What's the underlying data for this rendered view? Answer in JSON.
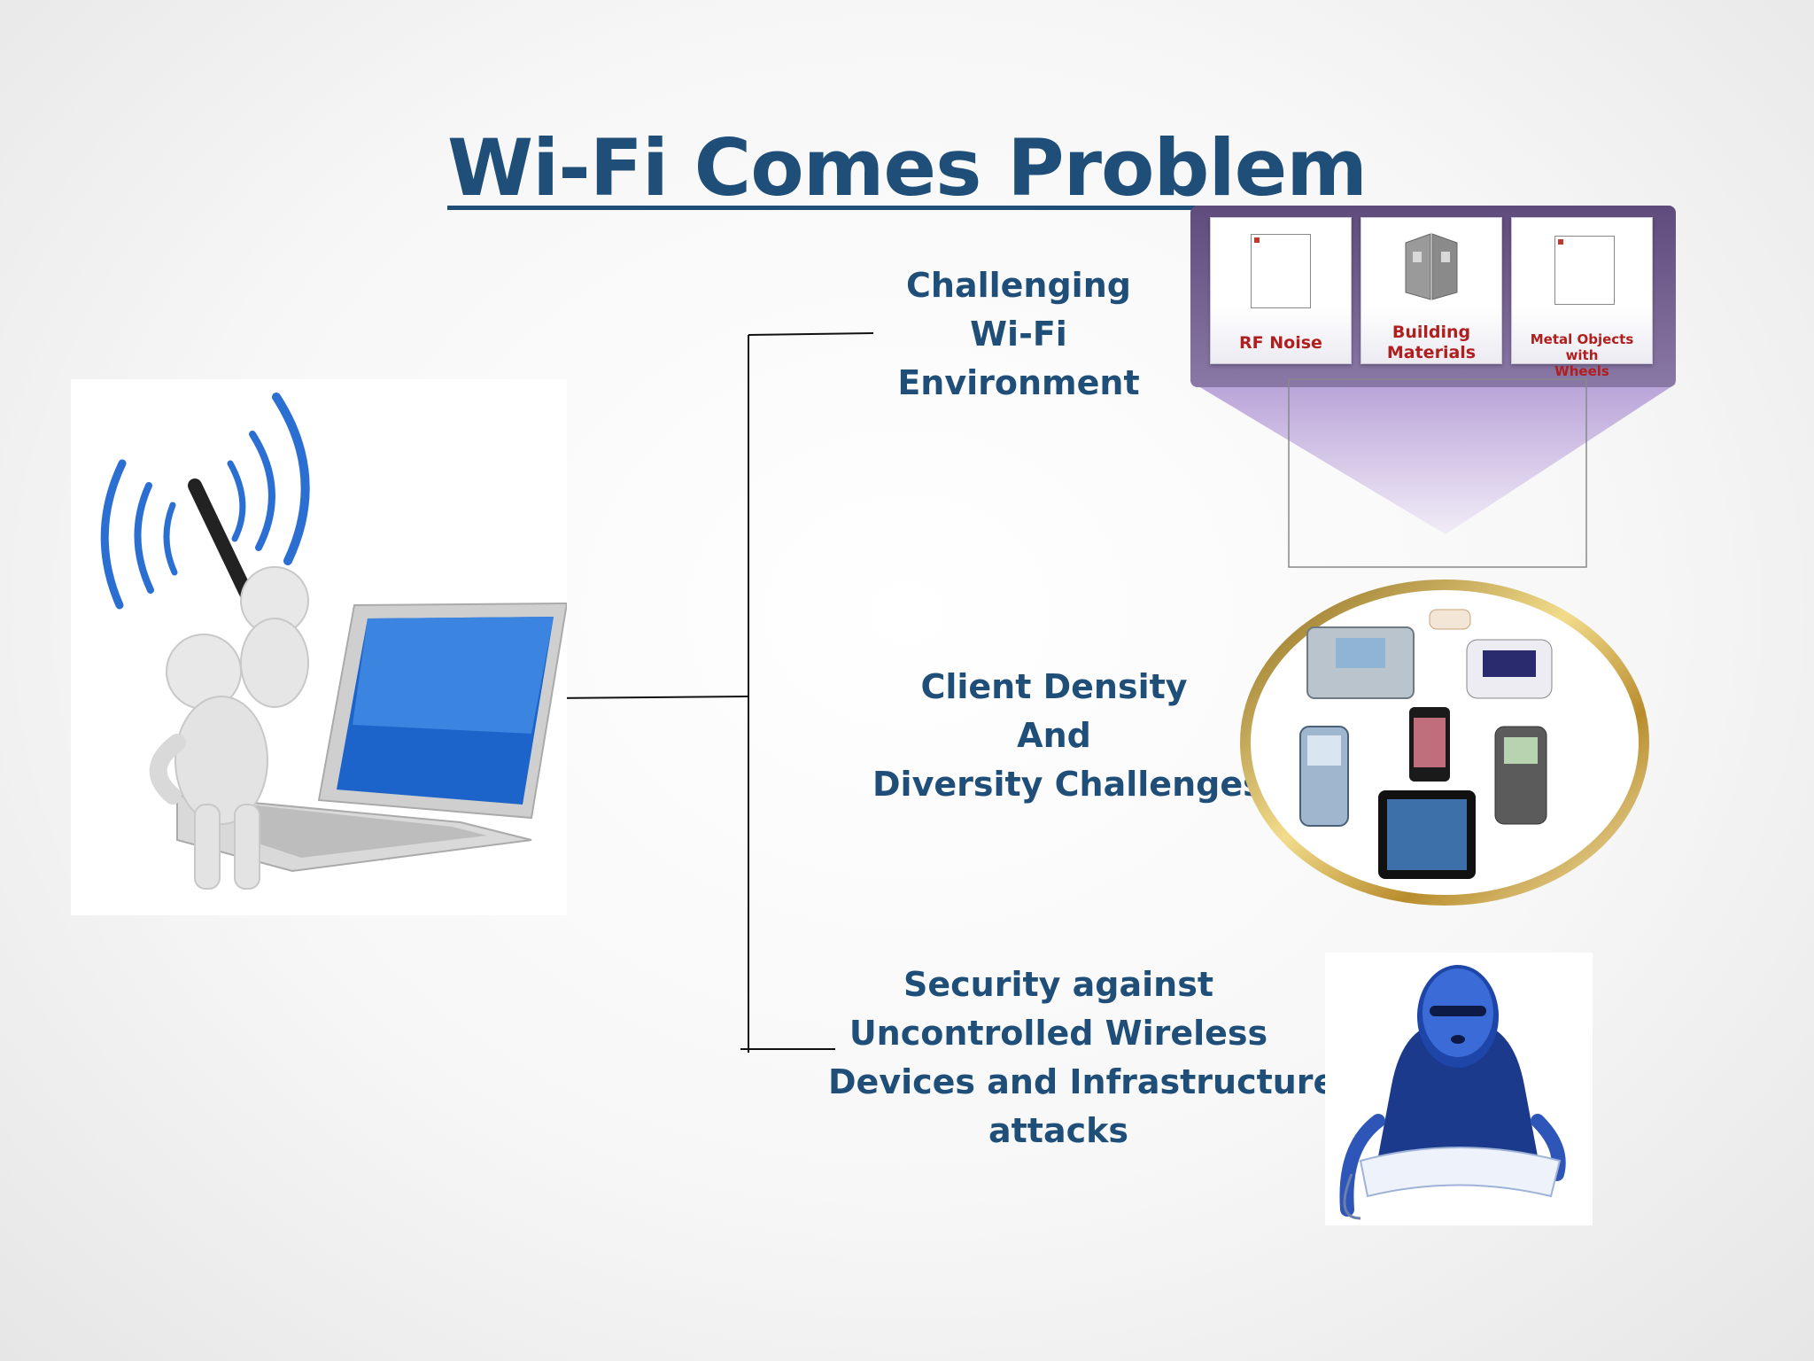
{
  "slide": {
    "title": "Wi-Fi Comes Problem",
    "branches": [
      {
        "lines": [
          "Challenging",
          "Wi-Fi",
          "Environment"
        ]
      },
      {
        "lines": [
          "Client Density",
          "And",
          "Diversity Challenges"
        ]
      },
      {
        "lines": [
          "Security against",
          "Uncontrolled Wireless",
          "Devices and Infrastructure",
          "attacks"
        ]
      }
    ],
    "environment_tiles": [
      {
        "label": "RF Noise"
      },
      {
        "label_lines": [
          "Building",
          "Materials"
        ]
      },
      {
        "label_lines": [
          "Metal Objects with",
          "Wheels"
        ]
      }
    ],
    "colors": {
      "title": "#1f4e79",
      "tile_label": "#b01e1e",
      "panel": "#6f5a8a",
      "gold_ring": "#c9a44a"
    }
  }
}
